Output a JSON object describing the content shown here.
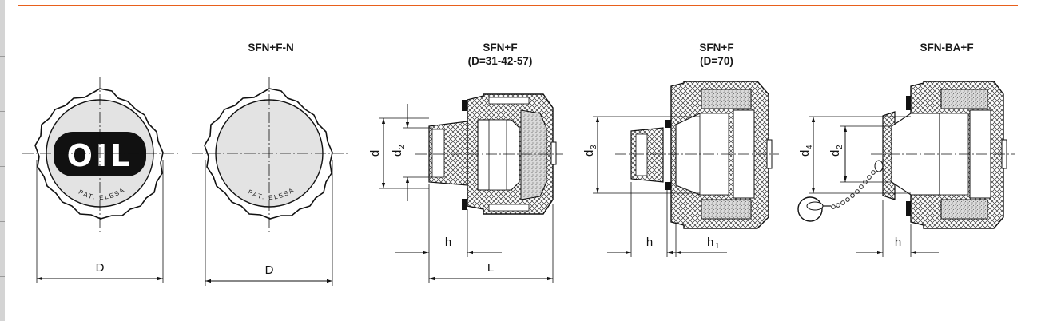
{
  "accent_color": "#e8601c",
  "variants": [
    {
      "title": "",
      "subtitle": ""
    },
    {
      "title": "SFN+F-N",
      "subtitle": ""
    },
    {
      "title": "SFN+F",
      "subtitle": "(D=31-42-57)"
    },
    {
      "title": "SFN+F",
      "subtitle": "(D=70)"
    },
    {
      "title": "SFN-BA+F",
      "subtitle": ""
    }
  ],
  "cap_text": {
    "oil": "OIL",
    "marking": "PAT. ELESA"
  },
  "dimensions": {
    "D": "D",
    "d": "d",
    "d2": {
      "base": "d",
      "sub": "2"
    },
    "d3": {
      "base": "d",
      "sub": "3"
    },
    "d4": {
      "base": "d",
      "sub": "4"
    },
    "h": "h",
    "h1": {
      "base": "h",
      "sub": "1"
    },
    "L": "L"
  }
}
